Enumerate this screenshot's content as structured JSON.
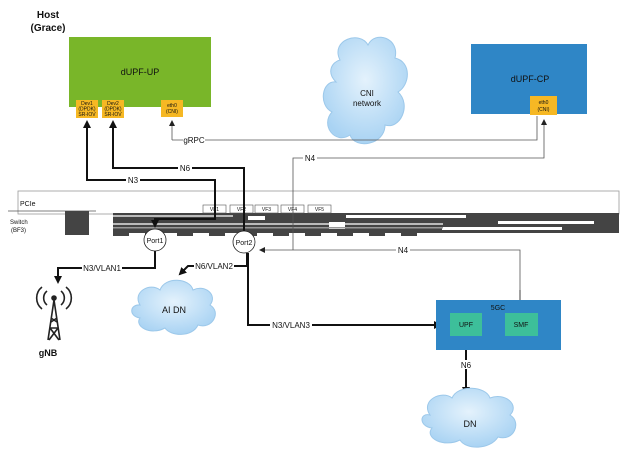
{
  "host": {
    "title": "Host",
    "subtitle": "(Grace)"
  },
  "dupf_up": {
    "label": "dUPF-UP",
    "dev1": [
      "Dev1",
      "(DPDK)",
      "SR-IOV"
    ],
    "dev2": [
      "Dev2",
      "(DPDK)",
      "SR-IOV"
    ],
    "eth0": [
      "eth0",
      "(CNI)"
    ]
  },
  "dupf_cp": {
    "label": "dUPF-CP",
    "eth0": [
      "eth0",
      "(CNI)"
    ]
  },
  "cni": [
    "CNI",
    "network"
  ],
  "switch": {
    "pcie": "PCIe",
    "name": "Switch",
    "model": "(BF3)",
    "vfs": [
      "VF1",
      "VF2",
      "VF3",
      "VF4",
      "VF5"
    ],
    "port1": "Port1",
    "port2": "Port2"
  },
  "links": {
    "n3": "N3",
    "n6": "N6",
    "grpc": "gRPC",
    "n4_top": "N4",
    "n4_bottom": "N4",
    "n3_vlan1": "N3/VLAN1",
    "n6_vlan2": "N6/VLAN2",
    "n3_vlan3": "N3/VLAN3",
    "n6_dn": "N6"
  },
  "fgc": {
    "label": "5GC",
    "upf": "UPF",
    "smf": "SMF"
  },
  "ai_dn": "AI DN",
  "dn": "DN",
  "gnb": "gNB",
  "colors": {
    "up_green": "#79b629",
    "cp_blue": "#2f86c6",
    "port_orange": "#f6b824",
    "nf_teal": "#3dbf9a",
    "cloud": "#b9dcf5",
    "switch_dark": "#444444"
  }
}
